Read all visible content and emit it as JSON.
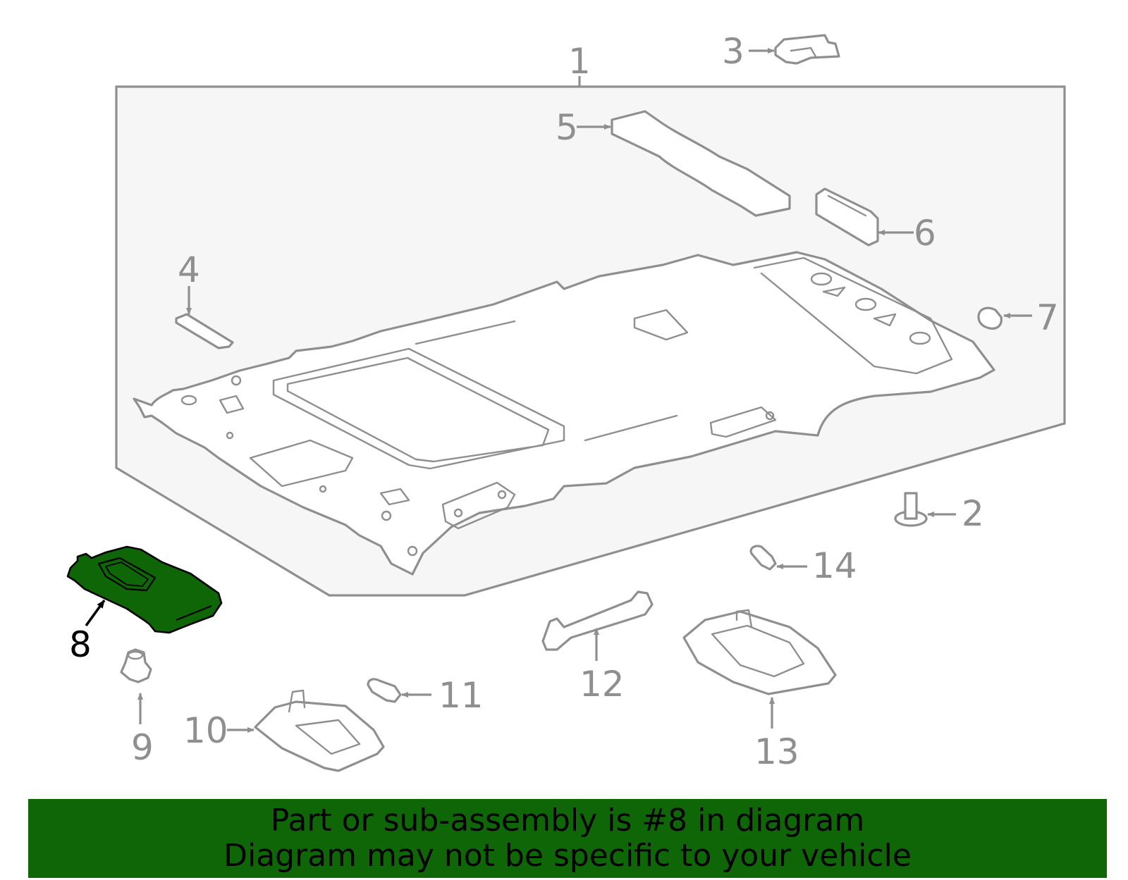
{
  "colors": {
    "line": "#8f8f8f",
    "panel_fill": "#f6f6f6",
    "highlight_fill": "#0f6606",
    "highlight_outline": "#000000",
    "banner_bg": "#0f6606",
    "banner_text": "#000000"
  },
  "callouts": [
    "1",
    "2",
    "3",
    "4",
    "5",
    "6",
    "7",
    "8",
    "9",
    "10",
    "11",
    "12",
    "13",
    "14"
  ],
  "highlighted_part": "8",
  "banner": {
    "line1": "Part or sub-assembly is #8 in diagram",
    "line2": "Diagram may not be specific to your vehicle"
  }
}
